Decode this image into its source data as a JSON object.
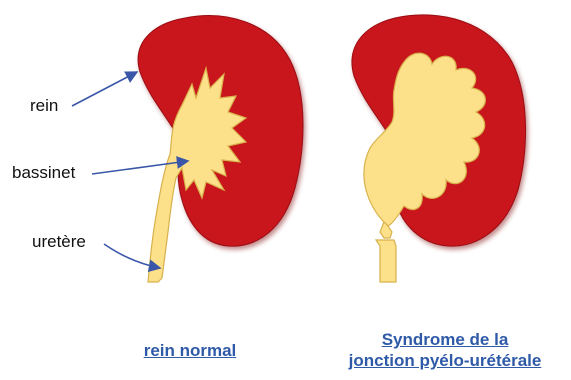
{
  "labels": {
    "rein": "rein",
    "bassinet": "bassinet",
    "uretere": "uretère"
  },
  "captions": {
    "normal": "rein normal",
    "syndrome_line1": "Syndrome de la",
    "syndrome_line2": "jonction pyélo-urétérale"
  },
  "colors": {
    "kidney_red": "#c8141c",
    "kidney_shadow": "#7a0a10",
    "pelvis_yellow": "#fde08a",
    "pelvis_outline": "#d8b14c",
    "arrow_blue": "#3a56a8",
    "caption_blue": "#2f5aa8"
  }
}
